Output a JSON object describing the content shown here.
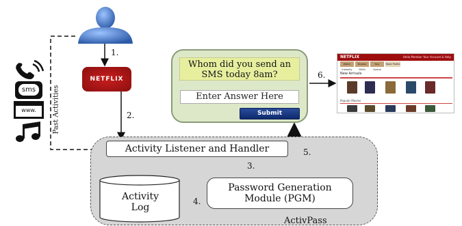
{
  "flow": {
    "past_activities_label": "Past Activities",
    "netflix_label": "NETFLIX",
    "steps": [
      "1.",
      "2.",
      "3.",
      "4.",
      "5.",
      "6."
    ]
  },
  "activpass": {
    "container_label": "ActivPass",
    "listener_label": "Activity Listener and Handler",
    "log_line1": "Activity",
    "log_line2": "Log",
    "pgm_line1": "Password Generation",
    "pgm_line2": "Module (PGM)"
  },
  "prompt": {
    "question": "Whom did you send an SMS today 8am?",
    "answer_placeholder": "Enter Answer Here",
    "submit_label": "Submit"
  },
  "activity_icons": [
    "phone-icon",
    "sms-icon",
    "www-icon",
    "music-icon"
  ],
  "activity_icon_text": {
    "sms": "sms",
    "www": "www."
  },
  "netflix_page": {
    "brand": "NETFLIX",
    "top_links": "Hello Member   Your Account & Help",
    "tabs": [
      "Watch Instantly",
      "Browse DVDs",
      "Your Queue",
      "Taste Profile"
    ],
    "section1": "New Arrivals",
    "section2": "Popular Movies"
  },
  "colors": {
    "netflix_red": "#b01818",
    "container_gray": "#d6d6d6",
    "prompt_bg": "#dde8c9",
    "question_bg": "#e7ef9f",
    "submit_blue": "#1c3a86",
    "user_blue": "#4a78c8"
  }
}
